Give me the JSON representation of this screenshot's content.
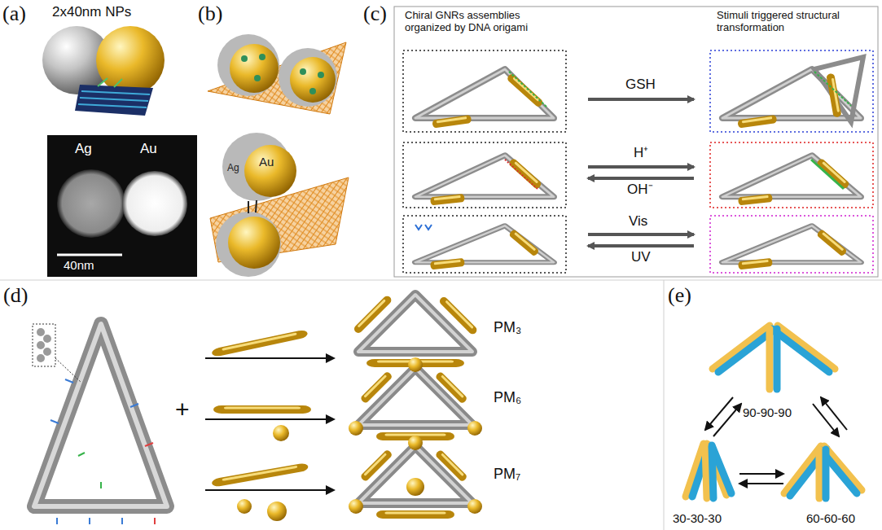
{
  "diagram": {
    "labels": [
      "(a)",
      "2x40nm NPs",
      "Ag",
      "Au",
      "40nm",
      "(b)",
      "Ag",
      "Au",
      "(c)",
      "Chiral GNRs assemblies organized by DNA origami",
      "Stimuli triggered structural transformation",
      "GSH",
      "H⁺",
      "OH⁻",
      "Vis",
      "UV",
      "(d)",
      "+",
      "PM₃",
      "PM₆",
      "PM₇",
      "(e)",
      "90-90-90",
      "30-30-30",
      "60-60-60"
    ]
  }
}
